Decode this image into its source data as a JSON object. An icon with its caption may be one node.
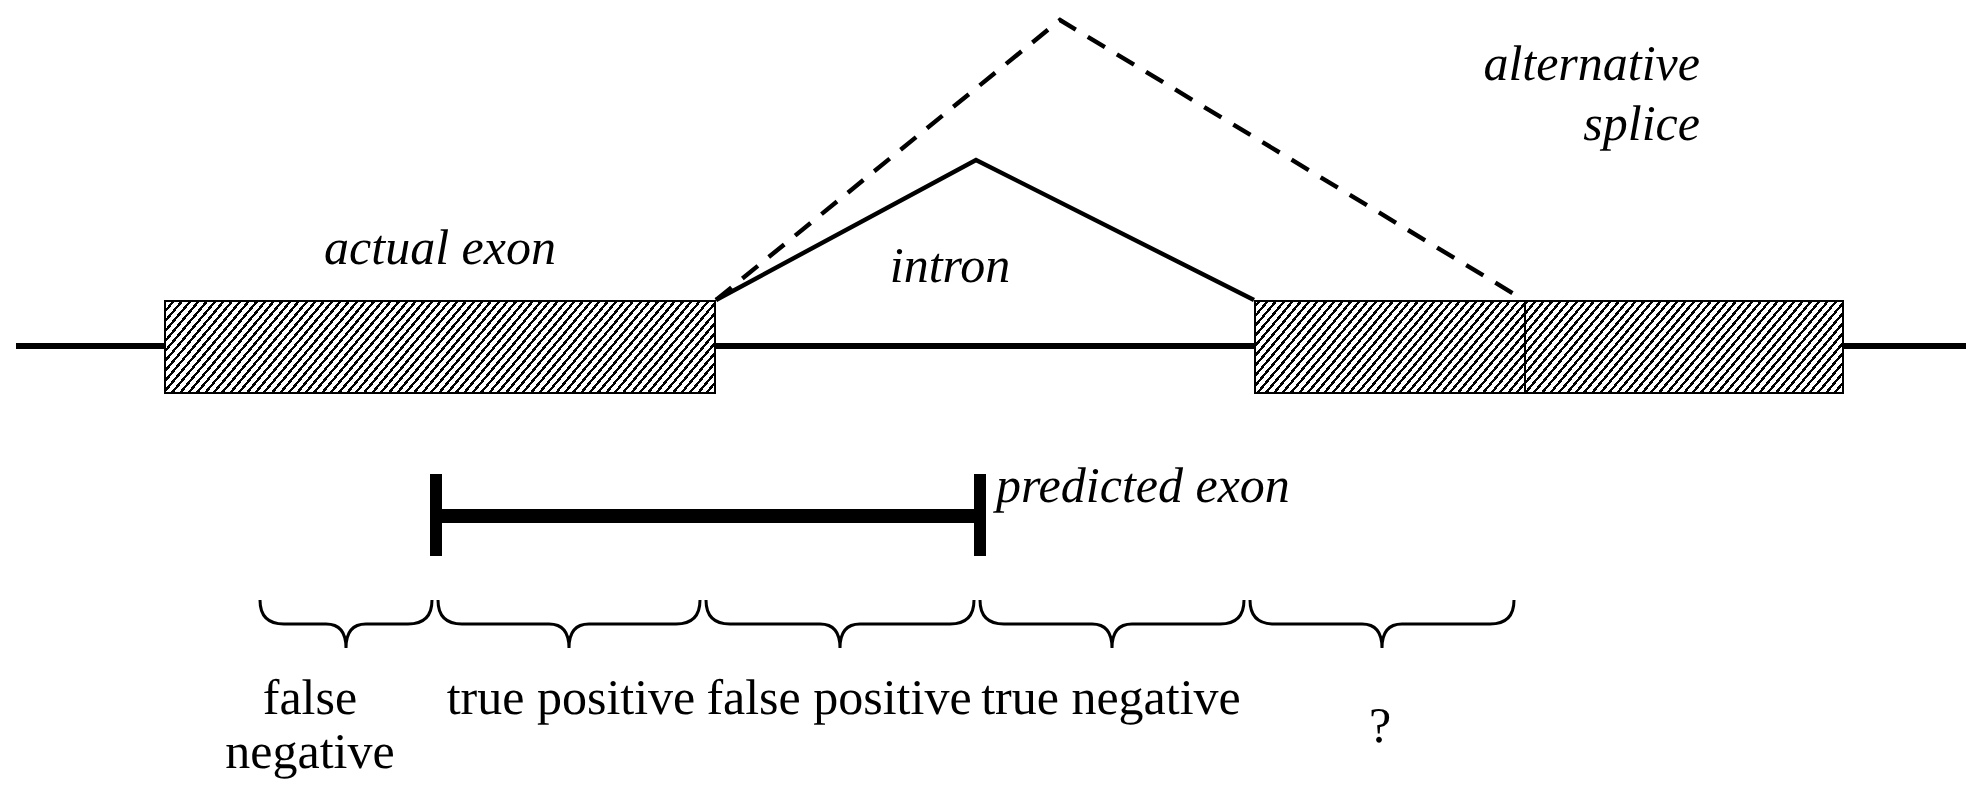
{
  "diagram": {
    "nodes": [
      {
        "text": [
          "actual exon"
        ]
      },
      {
        "text": [],
        "shape": "box"
      },
      {
        "text": [],
        "shape": "box"
      }
    ],
    "edges": [
      {
        "from": 0,
        "to": 1,
        "arrow": "none"
      },
      {
        "from": 0,
        "to": 2,
        "arrow": "none",
        "style": "dashed",
        "label": "alternative splice"
      }
    ],
    "labels": [
      "intron",
      "predicted exon",
      "false negative",
      "true positive",
      "false positive",
      "true negative",
      "?"
    ]
  }
}
